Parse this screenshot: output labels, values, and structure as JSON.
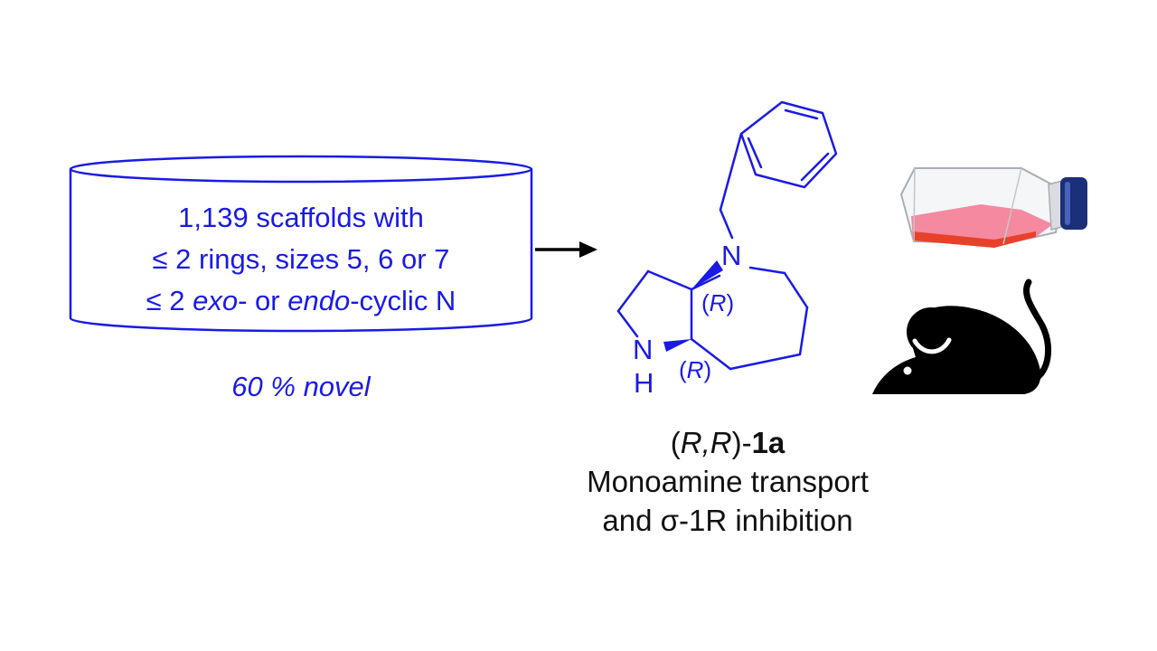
{
  "library": {
    "line1": "1,139 scaffolds with",
    "line2": "≤ 2 rings, sizes 5, 6 or 7",
    "line3_a": "≤ 2 ",
    "line3_exo": "exo",
    "line3_b": "- or ",
    "line3_endo": "endo",
    "line3_c": "-cyclic N",
    "novel": "60 % novel"
  },
  "molecule": {
    "atom_n": "N",
    "atom_nh_n": "N",
    "atom_nh_h": "H",
    "stereo_1": "R",
    "stereo_2": "R"
  },
  "caption": {
    "compound_paren_open": "(",
    "compound_r1": "R",
    "compound_comma": ",",
    "compound_r2": "R",
    "compound_paren_close": ")-",
    "compound_id": "1a",
    "line2": "Monoamine transport",
    "line3": "and σ-1R inhibition"
  },
  "colors": {
    "blue": "#1a1ae6",
    "black": "#000000",
    "media_red": "#f06b84"
  },
  "icons": {
    "flask": "cell-culture-flask-icon",
    "mouse": "mouse-icon"
  }
}
